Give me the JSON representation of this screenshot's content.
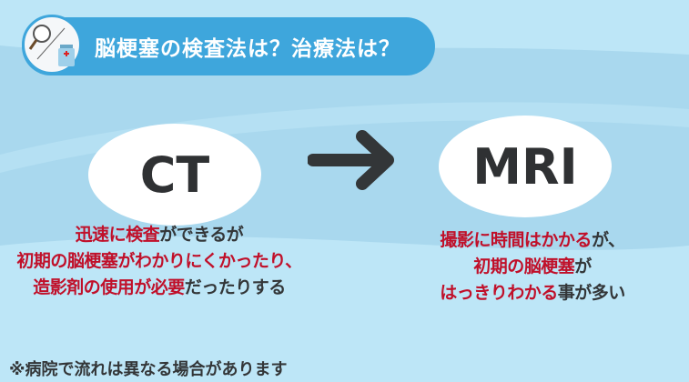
{
  "title": "脳梗塞の検査法は？治療法は？",
  "icon": "magnifier-and-medicine-icon",
  "left": {
    "label": "CT",
    "lines": [
      [
        {
          "t": "迅速に検査",
          "c": "red"
        },
        {
          "t": "ができるが",
          "c": "dark"
        }
      ],
      [
        {
          "t": "初期の脳梗塞がわかりにくかったり、",
          "c": "red"
        }
      ],
      [
        {
          "t": "造影剤の使用が必要",
          "c": "red"
        },
        {
          "t": "だったりする",
          "c": "dark"
        }
      ]
    ]
  },
  "right": {
    "label": "MRI",
    "lines": [
      [
        {
          "t": "撮影に時間はかかる",
          "c": "red"
        },
        {
          "t": "が、",
          "c": "dark"
        }
      ],
      [
        {
          "t": "初期の脳梗塞",
          "c": "red"
        },
        {
          "t": "が",
          "c": "dark"
        }
      ],
      [
        {
          "t": "はっきりわかる",
          "c": "red"
        },
        {
          "t": "事が多い",
          "c": "dark"
        }
      ]
    ]
  },
  "note": "※病院で流れは異なる場合があります",
  "colors": {
    "accent": "#3ea6dc",
    "red": "#c0102a",
    "dark": "#333638",
    "bg": "#bde6f7"
  }
}
